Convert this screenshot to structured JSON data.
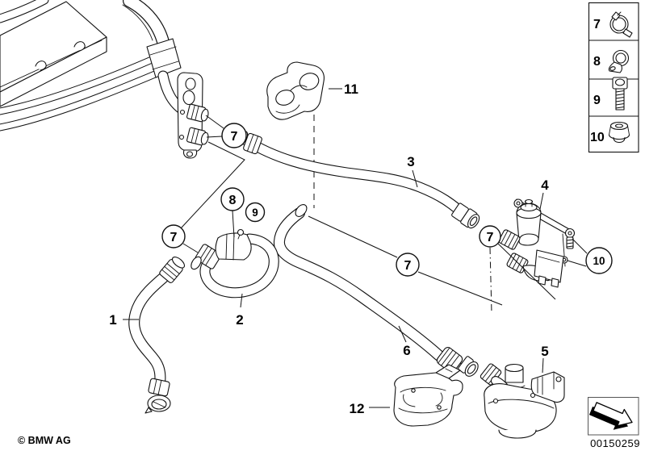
{
  "diagram": {
    "copyright": "© BMW AG",
    "background": "#ffffff",
    "line_color": "#111111"
  },
  "part_labels": [
    "1",
    "2",
    "3",
    "4",
    "5",
    "6",
    "11",
    "12"
  ],
  "callouts": [
    "7",
    "7",
    "8",
    "9",
    "7",
    "7",
    "10"
  ],
  "legend": {
    "items": [
      {
        "number": "7",
        "icon": "hose-clamp-icon"
      },
      {
        "number": "8",
        "icon": "pipe-clip-icon"
      },
      {
        "number": "9",
        "icon": "socket-head-screw-icon"
      },
      {
        "number": "10",
        "icon": "grommet-icon"
      }
    ]
  },
  "stamp": {
    "number": "00150259",
    "icon": "direction-arrow-icon"
  }
}
